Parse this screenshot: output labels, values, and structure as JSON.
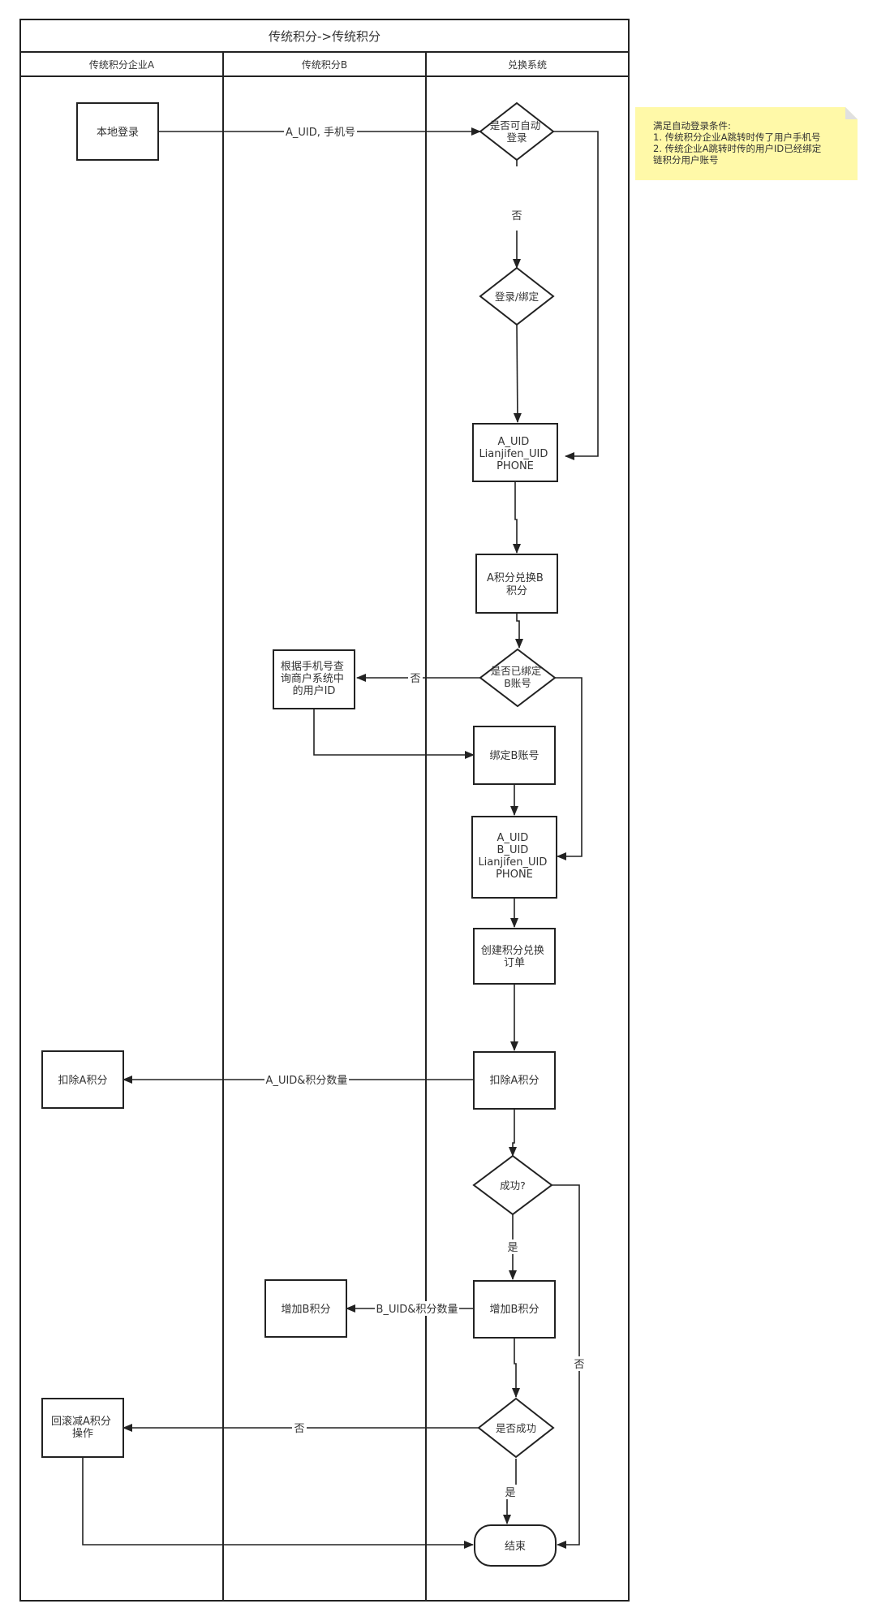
{
  "title": "传统积分->传统积分",
  "lanes": [
    "传统积分企业A",
    "传统积分B",
    "兑换系统"
  ],
  "note": {
    "lines": [
      "满足自动登录条件:",
      "1. 传统积分企业A跳转时传了用户手机号",
      "2. 传统企业A跳转时传的用户ID已经绑定",
      "   链积分用户账号"
    ],
    "bg": "#fff9a8",
    "fold": "#e0e0e0"
  },
  "nodes": {
    "local_login": [
      "本地登录"
    ],
    "auto_login": [
      "是否可自动",
      "登录"
    ],
    "login_bind": [
      "登录/绑定"
    ],
    "uid_box1": [
      "A_UID",
      "Lianjifen_UID",
      "PHONE"
    ],
    "exchange": [
      "A积分兑换B",
      "积分"
    ],
    "is_bound": [
      "是否已绑定",
      "B账号"
    ],
    "query_uid": [
      "根据手机号查",
      "询商户系统中",
      "的用户ID"
    ],
    "bind_b": [
      "绑定B账号"
    ],
    "uid_box2": [
      "A_UID",
      "B_UID",
      "Lianjifen_UID",
      "PHONE"
    ],
    "create_order": [
      "创建积分兑换",
      "订单"
    ],
    "deduct_a_b": [
      "扣除A积分"
    ],
    "deduct_a_a": [
      "扣除A积分"
    ],
    "success1": [
      "成功?"
    ],
    "add_b_sys": [
      "增加B积分"
    ],
    "add_b_b": [
      "增加B积分"
    ],
    "success2": [
      "是否成功"
    ],
    "rollback": [
      "回滚减A积分",
      "操作"
    ],
    "end": [
      "结束"
    ]
  },
  "edge_labels": {
    "auid_phone": "A_UID, 手机号",
    "no1": "否",
    "no2": "否",
    "auid_points": "A_UID&积分数量",
    "yes1": "是",
    "buid_points": "B_UID&积分数量",
    "no3": "否",
    "no4": "否",
    "yes2": "是"
  }
}
